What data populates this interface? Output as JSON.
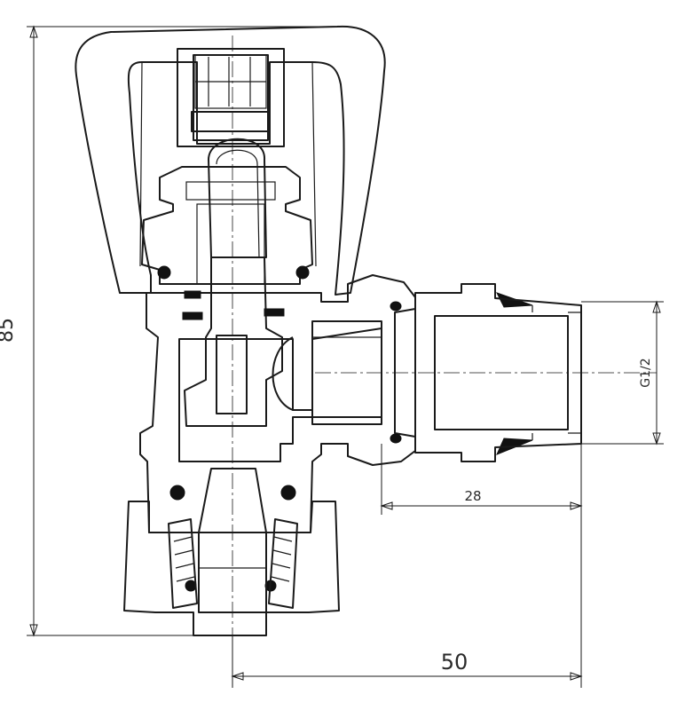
{
  "drawing": {
    "dimensions": {
      "overall_height": "85",
      "bottom_offset": "50",
      "thread_length": "28",
      "thread_size": "G1/2"
    }
  }
}
